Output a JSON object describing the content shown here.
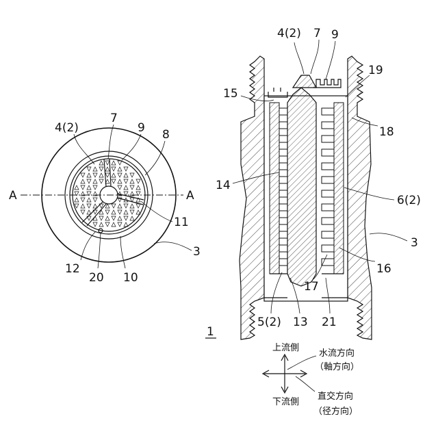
{
  "figure_number": "1",
  "left_view": {
    "labels": {
      "l_4_2": "4(2)",
      "l_7": "7",
      "l_9": "9",
      "l_8": "8",
      "l_a_left": "A",
      "l_a_right": "A",
      "l_11": "11",
      "l_3": "3",
      "l_12": "12",
      "l_20": "20",
      "l_10": "10"
    }
  },
  "right_view": {
    "labels": {
      "r_4_2": "4(2)",
      "r_7": "7",
      "r_9": "9",
      "r_19": "19",
      "r_15": "15",
      "r_18": "18",
      "r_14": "14",
      "r_6_2": "6(2)",
      "r_3": "3",
      "r_16": "16",
      "r_17": "17",
      "r_5_2": "5(2)",
      "r_13": "13",
      "r_21": "21"
    }
  },
  "legend": {
    "upstream": "上流側",
    "downstream": "下流側",
    "flow_direction": "水流方向",
    "flow_direction_sub": "（軸方向）",
    "orthogonal_direction": "直交方向",
    "orthogonal_direction_sub": "（径方向）"
  }
}
